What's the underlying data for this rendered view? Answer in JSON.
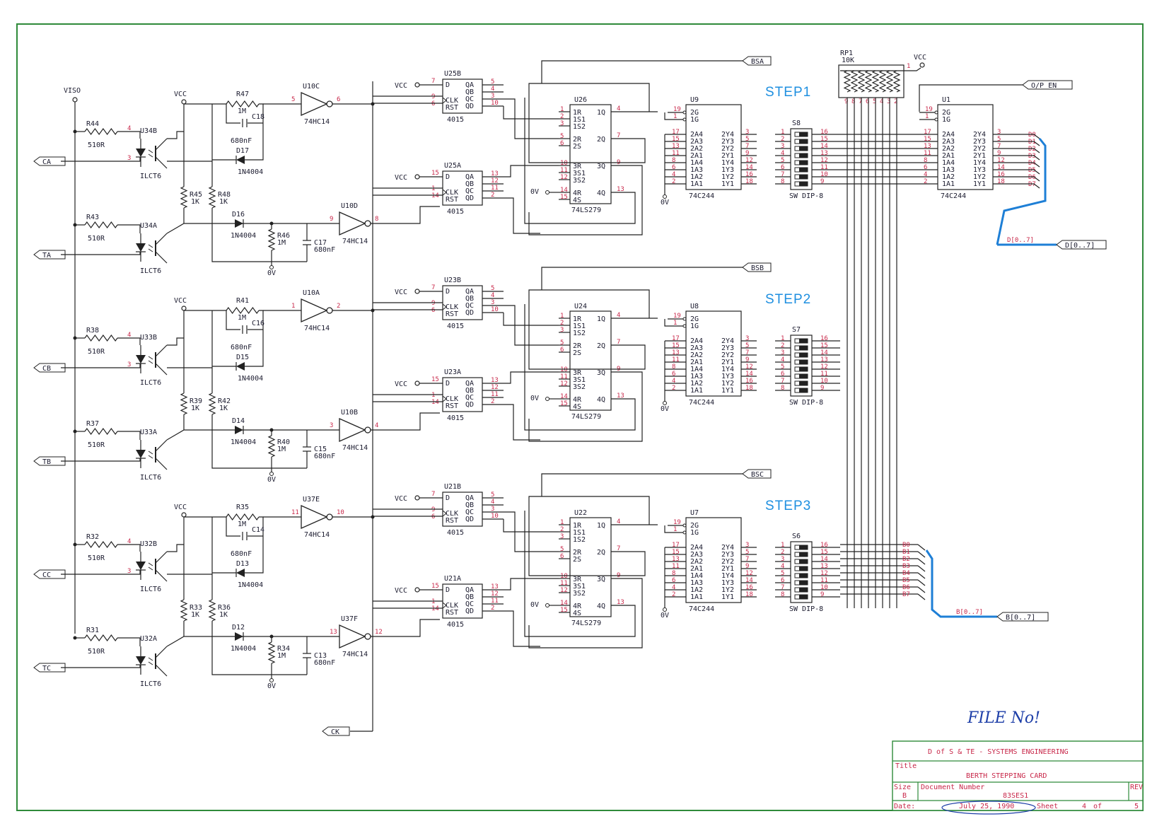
{
  "title_block": {
    "company": "D of S & TE - SYSTEMS ENGINEERING",
    "title_label": "Title",
    "title": "BERTH STEPPING CARD",
    "size_label": "Size",
    "size": "B",
    "docnum_label": "Document Number",
    "docnum": "83SES1",
    "rev_label": "REV",
    "date_label": "Date:",
    "date": "July 25, 1990",
    "sheet_label": "Sheet",
    "sheet": "4",
    "of_label": "of",
    "total": "5"
  },
  "handwritten_note": "FILE No!",
  "step_labels": [
    "STEP1",
    "STEP2",
    "STEP3"
  ],
  "rails": {
    "viso": "VISO",
    "vcc": "VCC",
    "ov": "0V"
  },
  "channels": [
    {
      "sense": [
        "CA",
        "TA"
      ],
      "opto": [
        "U34B",
        "U34A"
      ],
      "opto_type": "ILCT6",
      "series_r": [
        "R44",
        "R43"
      ],
      "series_val": "510R",
      "pullup_r": [
        "R45",
        "R48"
      ],
      "pullup_val": "1K",
      "fb_r": "R47",
      "fb_val": "1M",
      "fb_c": "C18",
      "fb_cval": "680nF",
      "fb_d": "D17",
      "low_d": "D16",
      "low_r": "R46",
      "low_rval": "1M",
      "low_c": "C17",
      "low_cval": "680nF",
      "diode_type": "1N4004",
      "inv": [
        "U10C",
        "U10D"
      ],
      "inv_pins": [
        [
          "5",
          "6"
        ],
        [
          "9",
          "8"
        ]
      ],
      "inv_type": "74HC14",
      "ff_a": "U25B",
      "ff_b": "U25A",
      "ff_type": "4015",
      "latch": "U26",
      "latch_type": "74LS279",
      "buffer": "U9",
      "buffer_type": "74C244",
      "dip": "S8",
      "dip_type": "SW DIP-8",
      "bs": "BSA"
    },
    {
      "sense": [
        "CB",
        "TB"
      ],
      "opto": [
        "U33B",
        "U33A"
      ],
      "opto_type": "ILCT6",
      "series_r": [
        "R38",
        "R37"
      ],
      "series_val": "510R",
      "pullup_r": [
        "R39",
        "R42"
      ],
      "pullup_val": "1K",
      "fb_r": "R41",
      "fb_val": "1M",
      "fb_c": "C16",
      "fb_cval": "680nF",
      "fb_d": "D15",
      "low_d": "D14",
      "low_r": "R40",
      "low_rval": "1M",
      "low_c": "C15",
      "low_cval": "680nF",
      "diode_type": "1N4004",
      "inv": [
        "U10A",
        "U10B"
      ],
      "inv_pins": [
        [
          "1",
          "2"
        ],
        [
          "3",
          "4"
        ]
      ],
      "inv_type": "74HC14",
      "ff_a": "U23B",
      "ff_b": "U23A",
      "ff_type": "4015",
      "latch": "U24",
      "latch_type": "74LS279",
      "buffer": "U8",
      "buffer_type": "74C244",
      "dip": "S7",
      "dip_type": "SW DIP-8",
      "bs": "BSB"
    },
    {
      "sense": [
        "CC",
        "TC"
      ],
      "opto": [
        "U32B",
        "U32A"
      ],
      "opto_type": "ILCT6",
      "series_r": [
        "R32",
        "R31"
      ],
      "series_val": "510R",
      "pullup_r": [
        "R33",
        "R36"
      ],
      "pullup_val": "1K",
      "fb_r": "R35",
      "fb_val": "1M",
      "fb_c": "C14",
      "fb_cval": "680nF",
      "fb_d": "D13",
      "low_d": "D12",
      "low_r": "R34",
      "low_rval": "1M",
      "low_c": "C13",
      "low_cval": "680nF",
      "diode_type": "1N4004",
      "inv": [
        "U37E",
        "U37F"
      ],
      "inv_pins": [
        [
          "11",
          "10"
        ],
        [
          "13",
          "12"
        ]
      ],
      "inv_type": "74HC14",
      "ff_a": "U21B",
      "ff_b": "U21A",
      "ff_type": "4015",
      "latch": "U22",
      "latch_type": "74LS279",
      "buffer": "U7",
      "buffer_type": "74C244",
      "dip": "S6",
      "dip_type": "SW DIP-8",
      "bs": "BSC"
    }
  ],
  "ff_pins_top": {
    "vcc": "7",
    "clk": "9",
    "rst": "6",
    "out": [
      "5",
      "4",
      "3",
      "10"
    ]
  },
  "ff_pins_bot": {
    "vcc": "15",
    "clk": "1",
    "rst": "14",
    "out": [
      "13",
      "12",
      "11",
      "2"
    ]
  },
  "ff_labels": {
    "d": "D",
    "clk": "CLK",
    "rst": "RST",
    "q": [
      "QA",
      "QB",
      "QC",
      "QD"
    ]
  },
  "latch_labels": [
    "1R",
    "1S1",
    "1S2",
    "2R",
    "2S",
    "3R",
    "3S1",
    "3S2",
    "4R",
    "4S",
    "1Q",
    "2Q",
    "3Q",
    "4Q"
  ],
  "latch_in_pins": [
    "1",
    "2",
    "3",
    "5",
    "6",
    "10",
    "11",
    "12",
    "14",
    "15"
  ],
  "latch_out_pins": [
    "4",
    "7",
    "9",
    "13"
  ],
  "buffer_labels": {
    "g": [
      "2G",
      "1G"
    ],
    "left": [
      "2A4",
      "2A3",
      "2A2",
      "2A1",
      "1A4",
      "1A3",
      "1A2",
      "1A1"
    ],
    "right": [
      "2Y4",
      "2Y3",
      "2Y2",
      "2Y1",
      "1Y4",
      "1Y3",
      "1Y2",
      "1Y1"
    ]
  },
  "buffer_in_pins": [
    "17",
    "15",
    "13",
    "11",
    "8",
    "6",
    "4",
    "2"
  ],
  "buffer_out_pins": [
    "3",
    "5",
    "7",
    "9",
    "12",
    "14",
    "16",
    "18"
  ],
  "buffer_g_pins": [
    "19",
    "1"
  ],
  "dip_left_pins": [
    "1",
    "2",
    "3",
    "4",
    "5",
    "6",
    "7",
    "8"
  ],
  "dip_right_pins": [
    "16",
    "15",
    "14",
    "13",
    "12",
    "11",
    "10",
    "9"
  ],
  "rp": {
    "name": "RP1",
    "value": "10K",
    "pins": [
      "9",
      "8",
      "7",
      "6",
      "5",
      "4",
      "3",
      "2"
    ],
    "com_pin": "1"
  },
  "output_buffer": {
    "name": "U1",
    "type": "74C244",
    "enable": "O/P EN",
    "outputs": [
      "D0",
      "D1",
      "D2",
      "D3",
      "D4",
      "D5",
      "D6",
      "D7"
    ],
    "bus": "D[0..7]"
  },
  "b_bus": {
    "signals": [
      "B0",
      "B1",
      "B2",
      "B3",
      "B4",
      "B5",
      "B6",
      "B7"
    ],
    "bus": "B[0..7]"
  },
  "clock": "CK",
  "colors": {
    "border": "#2f8a3a",
    "pin": "#c8284a",
    "bus": "#1e7fd6",
    "step": "#1e8fe0",
    "ink": "#1a1a2e"
  }
}
